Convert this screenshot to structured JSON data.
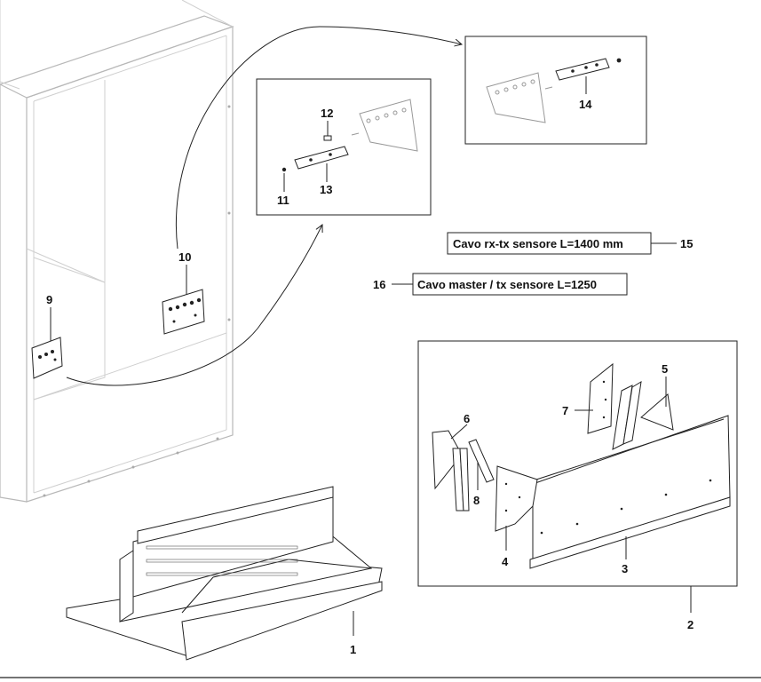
{
  "labels": {
    "l1": "1",
    "l2": "2",
    "l3": "3",
    "l4": "4",
    "l5": "5",
    "l6": "6",
    "l7": "7",
    "l8": "8",
    "l9": "9",
    "l10": "10",
    "l11": "11",
    "l12": "12",
    "l13": "13",
    "l14": "14",
    "l15": "15",
    "l16": "16"
  },
  "cables": {
    "rx_tx": "Cavo rx-tx sensore L=1400 mm",
    "master_tx": "Cavo master / tx sensore L=1250"
  }
}
